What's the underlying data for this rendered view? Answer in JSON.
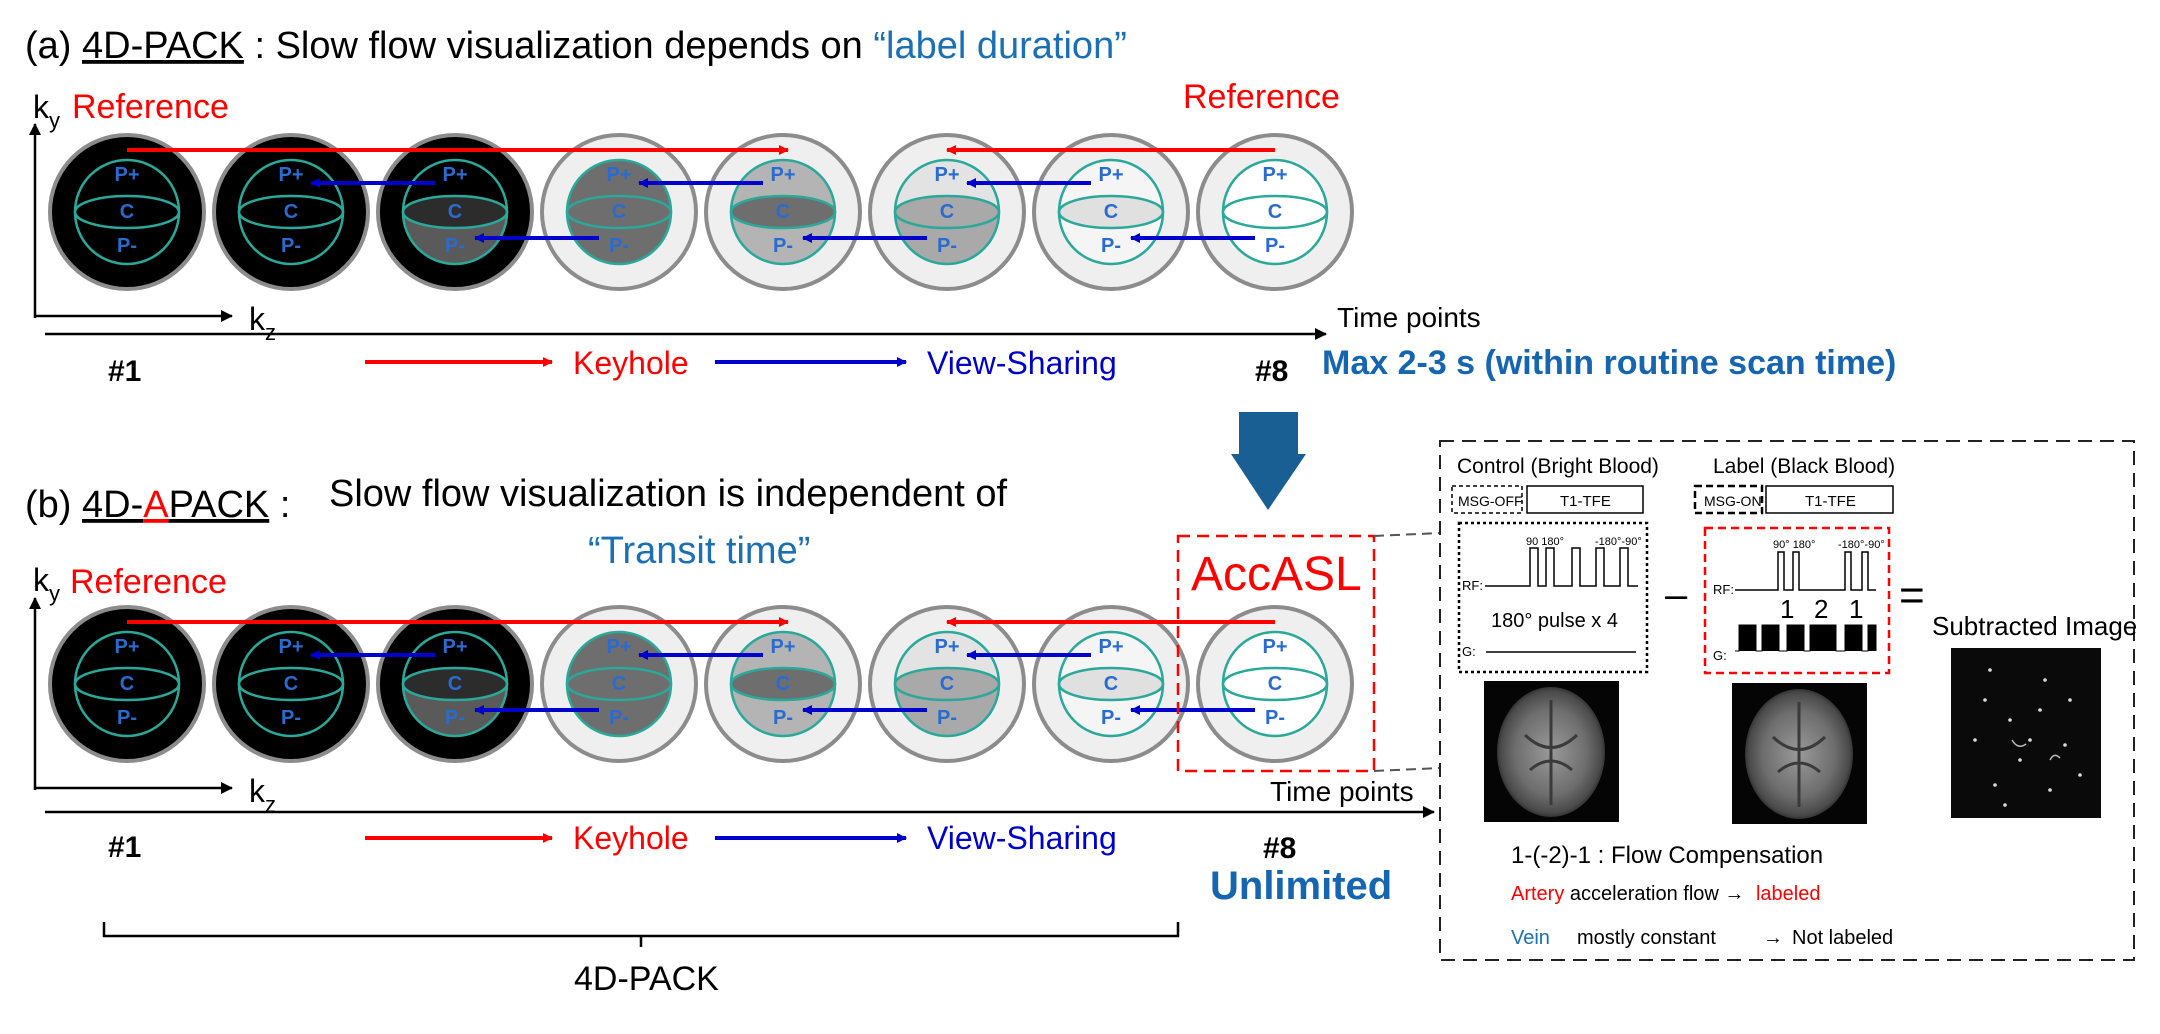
{
  "colors": {
    "red": "#ff0000",
    "blue": "#0000cc",
    "title_blue": "#1a6fb5",
    "bold_blue": "#1565b0",
    "teal": "#2aa89a",
    "sphere_text": "#2a6bd0",
    "gray_ring": "#8c8c8c",
    "arrow_fill": "#1a5f93"
  },
  "panel_a": {
    "prefix": "(a) ",
    "name": "4D-PACK",
    "colon": " : ",
    "title_text": "Slow flow visualization depends on ",
    "title_quote": "“label duration”",
    "ky_main": "k",
    "ky_sub": "y",
    "kz_main": "k",
    "kz_sub": "z",
    "reference_left": "Reference",
    "reference_right": "Reference",
    "time_points": "Time points",
    "first": "#1",
    "last": "#8",
    "keyhole": "Keyhole",
    "view_sharing": "View-Sharing",
    "note": "Max 2-3 s (within routine scan time)"
  },
  "panel_b": {
    "prefix": "(b) ",
    "name_part1": "4D-",
    "name_highlight": "A",
    "name_part2": "PACK",
    "colon": " :",
    "title_line1": "Slow flow visualization is independent of",
    "title_line2": "“Transit time”",
    "ky_main": "k",
    "ky_sub": "y",
    "kz_main": "k",
    "kz_sub": "z",
    "reference_left": "Reference",
    "time_points": "Time points",
    "first": "#1",
    "last": "#8",
    "keyhole": "Keyhole",
    "view_sharing": "View-Sharing",
    "note": "Unlimited",
    "accasl": "AccASL",
    "brace_label": "4D-PACK"
  },
  "sphere": {
    "top": "P+",
    "center": "C",
    "bottom": "P-"
  },
  "inset": {
    "control_title": "Control (Bright Blood)",
    "label_title": "Label (Black Blood)",
    "msg_off": "MSG-OFF",
    "msg_on": "MSG-ON",
    "t1tfe": "T1-TFE",
    "rf": "RF:",
    "g": "G:",
    "control_pulses": "90 180°",
    "control_pulses_right": "-180°-90°",
    "label_pulses": "90° 180°",
    "label_pulses_right": "-180°-90°",
    "pulse_note": "180° pulse x 4",
    "gradient_labels": [
      "1",
      "2",
      "1"
    ],
    "minus": "–",
    "equals": "=",
    "subtracted": "Subtracted Image",
    "flow_comp": "1-(-2)-1 : Flow Compensation",
    "artery": "Artery",
    "artery_text": " acceleration flow → ",
    "artery_result": "labeled",
    "vein": "Vein",
    "vein_text": "mostly constant",
    "vein_arrow": "→",
    "vein_result": "Not labeled"
  }
}
